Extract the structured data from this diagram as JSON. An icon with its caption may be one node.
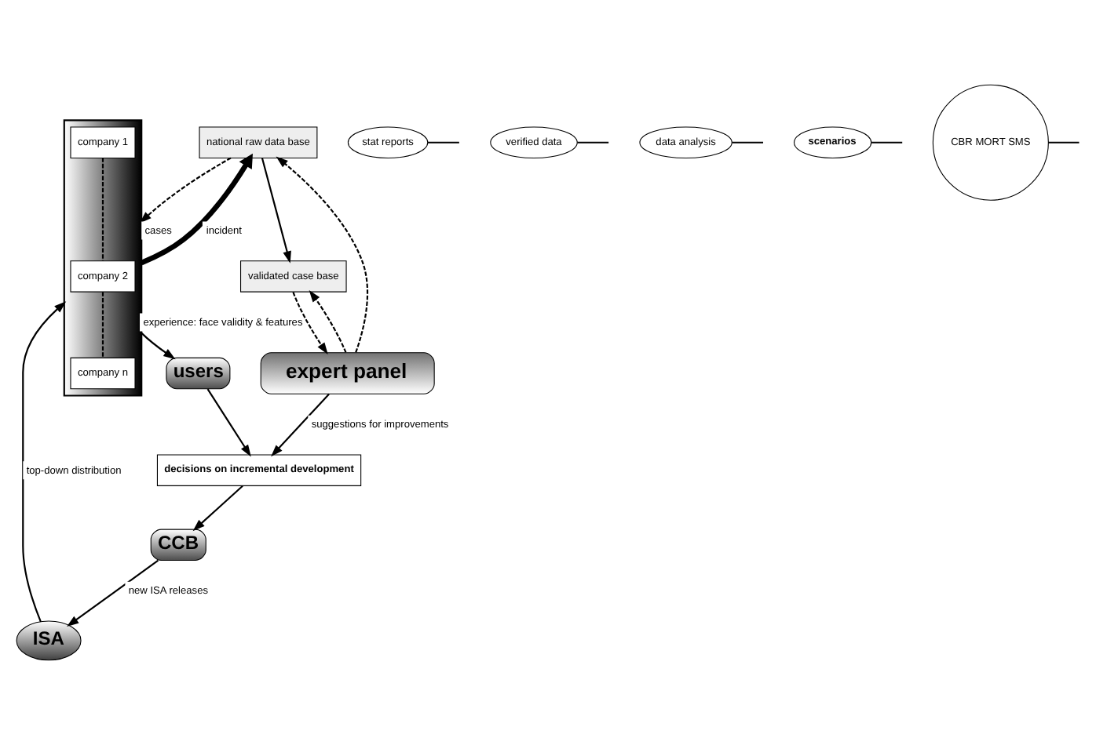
{
  "diagram": {
    "nodes": [
      {
        "text": [],
        "shape": "box"
      },
      {
        "text": [
          "company 1"
        ],
        "in": 0
      },
      {
        "text": [
          "company 2"
        ],
        "in": 0
      },
      {
        "text": [
          "company n"
        ],
        "in": 0
      },
      {
        "text": [
          "ISA"
        ]
      },
      {
        "text": [
          "national raw data base"
        ]
      },
      {
        "text": [
          "stat reports"
        ]
      },
      {
        "text": [
          "verified data"
        ]
      },
      {
        "text": [
          "validated case base"
        ]
      },
      {
        "text": [
          "data analysis"
        ]
      },
      {
        "text": [
          "scenarios"
        ]
      },
      {
        "text": [
          "CBR MORT SMS"
        ]
      },
      {
        "text": [
          "users"
        ]
      },
      {
        "text": [
          "expert panel"
        ]
      },
      {
        "text": [
          "CCB"
        ]
      },
      {
        "text": [
          "decisions on incremental development"
        ]
      }
    ],
    "edges": [
      {
        "from": 1,
        "to": 2,
        "arrow": "none",
        "style": "dashed"
      },
      {
        "from": 2,
        "to": 3,
        "arrow": "none",
        "style": "dashed"
      },
      {
        "from": 4,
        "to": 0,
        "arrow": "to",
        "label": "top-down distribution"
      },
      {
        "from": 0,
        "to": 5,
        "arrow": "to",
        "label": "incident",
        "style": "thick"
      },
      {
        "from": 5,
        "to": 0,
        "arrow": "to",
        "label": "cases",
        "style": "dashed"
      },
      {
        "from": 5,
        "to": 8,
        "arrow": "to"
      },
      {
        "from": 13,
        "to": 5,
        "arrow": "to",
        "style": "dashed"
      },
      {
        "from": 13,
        "to": 8,
        "arrow": "to",
        "style": "dashed"
      },
      {
        "from": 8,
        "to": 13,
        "arrow": "to",
        "style": "dashed"
      },
      {
        "from": 6,
        "to": null,
        "arrow": "none"
      },
      {
        "from": 7,
        "to": null,
        "arrow": "none"
      },
      {
        "from": 9,
        "to": null,
        "arrow": "none"
      },
      {
        "from": 10,
        "to": null,
        "arrow": "none"
      },
      {
        "from": 11,
        "to": null,
        "arrow": "none"
      },
      {
        "from": 0,
        "to": 12,
        "arrow": "to",
        "label": "experience: face validity & features"
      },
      {
        "from": 12,
        "to": 15,
        "arrow": "to"
      },
      {
        "from": 13,
        "to": 15,
        "arrow": "to",
        "label": "suggestions for improvements"
      },
      {
        "from": 15,
        "to": 14,
        "arrow": "to"
      },
      {
        "from": 14,
        "to": 4,
        "arrow": "to",
        "label": "new ISA releases"
      }
    ]
  }
}
